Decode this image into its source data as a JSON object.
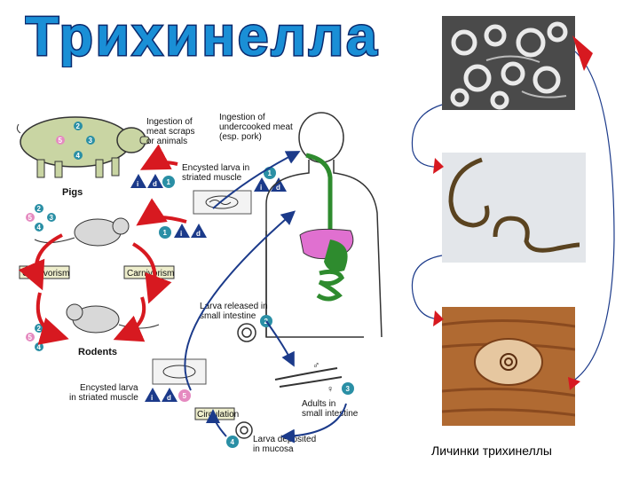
{
  "title": "Трихинелла",
  "caption": "Личинки трихинеллы",
  "diagram": {
    "host_pigs": "Pigs",
    "host_rodents": "Rodents",
    "ingestion_meat_scraps": [
      "Ingestion of",
      "meat scraps",
      "or animals"
    ],
    "ingestion_undercooked": [
      "Ingestion of",
      "undercooked meat",
      "(esp. pork)"
    ],
    "encysted_larva_top": [
      "Encysted larva in",
      "striated muscle"
    ],
    "encysted_larva_bottom": [
      "Encysted larva",
      "in striated muscle"
    ],
    "carnivorism_left": "Carnivorism",
    "carnivorism_right": "Carnivorism",
    "larva_released": [
      "Larva released in",
      "small intestine"
    ],
    "adults": [
      "Adults in",
      "small intestine"
    ],
    "circulation": "Circulation",
    "larva_deposited": [
      "Larva deposited",
      "in mucosa"
    ],
    "stage_numbers": [
      "1",
      "2",
      "3",
      "4",
      "5"
    ],
    "badge_i": "i",
    "badge_d": "d"
  },
  "colors": {
    "title_fill": "#1a8fd6",
    "title_outline": "#0a2a6e",
    "arrow_red": "#d71920",
    "arrow_blue": "#1b3a8a",
    "stage_teal": "#2a8fa5",
    "stage_pink": "#e58ac0",
    "gut_green": "#2e8b2e",
    "liver_pink": "#e070d0"
  }
}
